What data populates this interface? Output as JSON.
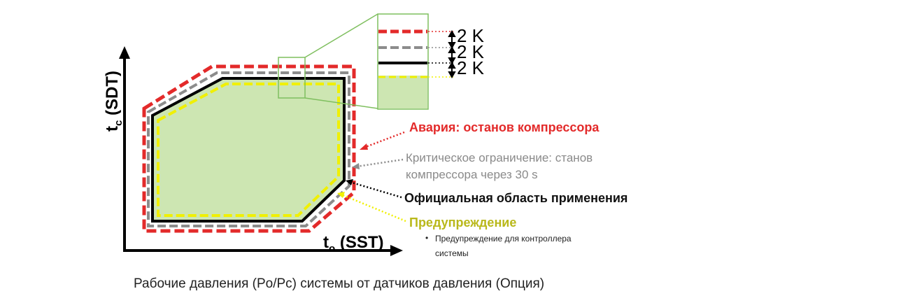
{
  "axes": {
    "y_label_main": "t",
    "y_label_sub": "c",
    "y_label_rest": " (SDT)",
    "x_label_main": "t",
    "x_label_sub": "o",
    "x_label_rest": " (SST)"
  },
  "legend": {
    "alarm": "Авария: останов компрессора",
    "critical_line1": "Критическое ограничение: станов",
    "critical_line2": "компрессора через 30 s",
    "official": "Официальная область применения",
    "warning": "Предупреждение",
    "warning_bullet": "•",
    "warning_note_line1": "Предупреждение для  контроллера",
    "warning_note_line2": "системы"
  },
  "zoom": {
    "step_labels": [
      "2 K",
      "2 K",
      "2 K"
    ]
  },
  "caption": "Рабочие давления (Po/Pc) системы от датчиков давления (Опция)",
  "colors": {
    "alarm": "#e32a2a",
    "critical": "#8c8c8c",
    "official": "#000000",
    "warning": "#f0f000",
    "area_fill": "#cde6b2",
    "zoom_frame": "#7fbf5f"
  }
}
